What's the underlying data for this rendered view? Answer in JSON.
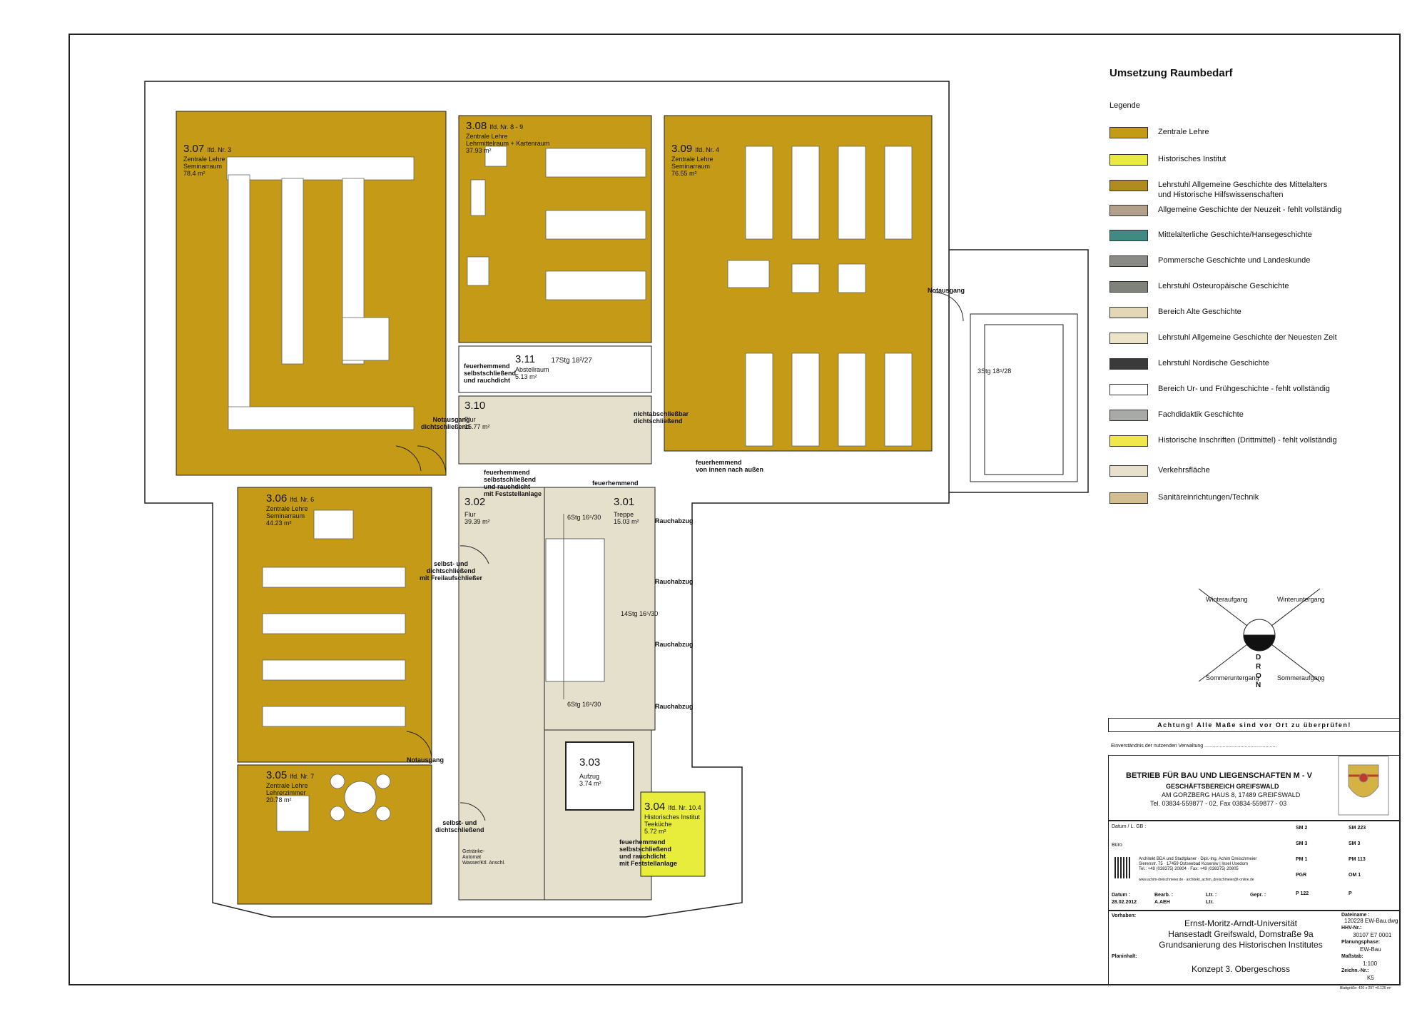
{
  "legend": {
    "title": "Umsetzung Raumbedarf",
    "subtitle": "Legende",
    "items": [
      {
        "label": "Zentrale Lehre",
        "color": "#c49a17"
      },
      {
        "label": "Historisches Institut",
        "color": "#e8ea40"
      },
      {
        "label": "Lehrstuhl Allgemeine Geschichte des Mittelalters\nund Historische Hilfswissenschaften",
        "color": "#b08c20"
      },
      {
        "label": "Allgemeine Geschichte der Neuzeit - fehlt vollständig",
        "color": "#b0a08c"
      },
      {
        "label": "Mittelalterliche Geschichte/Hansegeschichte",
        "color": "#3f8a82"
      },
      {
        "label": "Pommersche Geschichte und Landeskunde",
        "color": "#8a8a86"
      },
      {
        "label": "Lehrstuhl Osteuropäische Geschichte",
        "color": "#7e8278"
      },
      {
        "label": "Bereich Alte Geschichte",
        "color": "#e2d8b6"
      },
      {
        "label": "Lehrstuhl Allgemeine Geschichte der Neuesten Zeit",
        "color": "#ece3c8"
      },
      {
        "label": "Lehrstuhl Nordische Geschichte",
        "color": "#3a3a3a"
      },
      {
        "label": "Bereich Ur- und Frühgeschichte - fehlt vollständig",
        "color": "#ffffff"
      },
      {
        "label": "Fachdidaktik Geschichte",
        "color": "#a8aaa8"
      },
      {
        "label": "Historische Inschriften (Drittmittel) - fehlt vollständig",
        "color": "#f0e84a"
      },
      {
        "label": "Verkehrsfläche",
        "color": "#e6e0cc"
      },
      {
        "label": "Sanitäreinrichtungen/Technik",
        "color": "#d4bd8e"
      }
    ]
  },
  "colors": {
    "zentrale": "#c49a17",
    "verkehr": "#e4e0cc",
    "institut": "#e8ec3a",
    "wall": "#ffffff",
    "line": "#222222"
  },
  "rooms": {
    "r307": {
      "no": "3.07",
      "lfd": "lfd. Nr. 3",
      "type": "Zentrale Lehre",
      "name": "Seminarraum",
      "area": "78.4 m²"
    },
    "r308": {
      "no": "3.08",
      "lfd": "lfd. Nr. 8 - 9",
      "type": "Zentrale Lehre",
      "name": "Lehrmittelraum + Kartenraum",
      "area": "37.93 m²"
    },
    "r309": {
      "no": "3.09",
      "lfd": "lfd. Nr. 4",
      "type": "Zentrale Lehre",
      "name": "Seminarraum",
      "area": "76.55 m²"
    },
    "r311": {
      "no": "3.11",
      "name": "Abstellraum",
      "area": "5.13 m²",
      "stair": "17Stg 18²/27"
    },
    "r310": {
      "no": "3.10",
      "name": "Flur",
      "area": "15.77 m²"
    },
    "r306": {
      "no": "3.06",
      "lfd": "lfd. Nr. 6",
      "type": "Zentrale Lehre",
      "name": "Seminarraum",
      "area": "44.23 m²"
    },
    "r302": {
      "no": "3.02",
      "name": "Flur",
      "area": "39.39 m²"
    },
    "r301": {
      "no": "3.01",
      "name": "Treppe",
      "area": "15.03 m²"
    },
    "r305": {
      "no": "3.05",
      "lfd": "lfd. Nr. 7",
      "type": "Zentrale Lehre",
      "name": "Lehrerzimmer",
      "area": "20.78 m²"
    },
    "r303": {
      "no": "3.03",
      "name": "Aufzug",
      "area": "3.74 m²"
    },
    "r304": {
      "no": "3.04",
      "lfd": "lfd. Nr. 10.4",
      "type": "Historisches Institut",
      "name": "Teeküche",
      "area": "5.72 m²"
    }
  },
  "plan_notes": {
    "notausgang": "Notausgang",
    "notausgang_dicht": "Notausgang\ndichtschließend",
    "feuer_selbst": "feuerhemmend\nselbstschließend\nund rauchdicht",
    "feuer_fest": "feuerhemmend\nselbstschließend\nund rauchdicht\nmit Feststellanlage",
    "rauchabzug": "Rauchabzug",
    "feuerhemmend": "feuerhemmend",
    "feuer_innen": "feuerhemmend\nvon innen nach außen",
    "nicht_dicht": "nichtabschließbar\ndichtschließend",
    "selbst_dicht": "selbst- und\ndichtschließend",
    "selbst_frei": "selbst- und\ndichtschließend\nmit Freilaufschließer",
    "notausgang_kurz": "Notausgang",
    "stg_a": "6Stg 16⁵/30",
    "stg_b": "14Stg 16⁵/30",
    "stg_c": "6Stg 16⁵/30",
    "stg_ext": "3Stg 18⁵/28",
    "automat": "Getränke-\nAutomat\nWasser/Ktl. Anschl."
  },
  "compass": {
    "n": "N",
    "o": "O",
    "r": "R",
    "d": "D",
    "labels": [
      "Winteraufgang",
      "Winteruntergang",
      "Sommeruntergang",
      "Sommeraufgang"
    ]
  },
  "titleblock": {
    "warning": "Achtung! Alle Maße sind vor Ort zu überprüfen!",
    "consent": "Einverständnis der nutzenden Verwaltung ....................................................",
    "org_name": "BETRIEB FÜR BAU UND LIEGENSCHAFTEN  M - V",
    "org_sub": "GESCHÄFTSBEREICH GREIFSWALD",
    "org_addr": "AM GORZBERG HAUS 8, 17489 GREIFSWALD",
    "org_tel": "Tel. 03834-559877 - 02, Fax 03834-559877 - 03",
    "datum_lgb": "Datum / L. GB :",
    "buero": "Büro",
    "architect": "Architekt BDA und Stadtplaner · Dipl.-Ing. Achim Dreischmeier\nSierenstr. 75 · 17459 Ostseebad Koserow | Insel Usedom\nTel.: +49 (038375) 20804 · Fax: +49 (038375) 20805",
    "architect_web": "www.achim-dreischmeier.de · architekt_achim_dreischmeier@t-online.de",
    "sm_col": [
      "SM 2",
      "SM 3",
      "PM 1",
      "PGR",
      "P 122"
    ],
    "sm_col2": [
      "SM 223",
      "SM 3",
      "PM 113",
      "OM 1",
      "P"
    ],
    "datum_label": "Datum :",
    "datum": "28.02.2012",
    "bearb_label": "Bearb. :",
    "bearb": "A.AEH",
    "ltr_label": "Ltr. :",
    "ltr": "Ltr.",
    "gepr_label": "Gepr. :",
    "vorhaben_label": "Vorhaben:",
    "vorhaben": [
      "Ernst-Moritz-Arndt-Universität",
      "Hansestadt Greifswald, Domstraße 9a",
      "Grundsanierung des Historischen Institutes"
    ],
    "planinhalt_label": "Planinhalt:",
    "planinhalt": "Konzept 3. Obergeschoss",
    "dateiname_label": "Dateiname :",
    "dateiname": "120228 EW-Bau.dwg",
    "hhv_label": "HHV-Nr.:",
    "hhv": "30107 E7 0001",
    "phase_label": "Planungsphase:",
    "phase": "EW-Bau",
    "massstab_label": "Maßstab:",
    "massstab": "1:100",
    "zeich_label": "Zeichn.-Nr.:",
    "zeich": "K5",
    "blatt": "Blattgröße:   420 x 297 =0.125 m²"
  }
}
